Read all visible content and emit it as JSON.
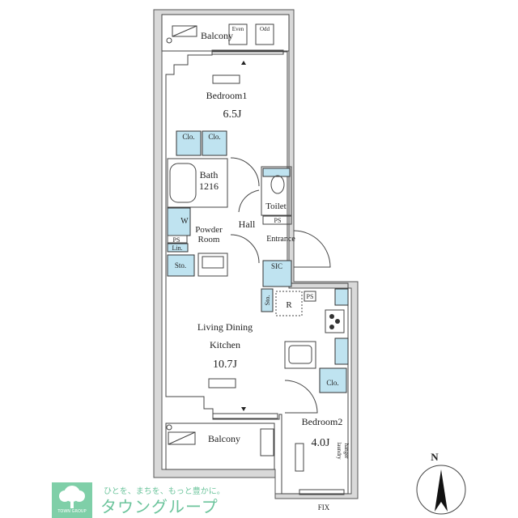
{
  "rooms": {
    "balcony_top": "Balcony",
    "even": "Even",
    "odd": "Odd",
    "bedroom1": "Bedroom1",
    "bedroom1_size": "6.5J",
    "clo1": "Clo.",
    "clo2": "Clo.",
    "bath": "Bath",
    "bath_size": "1216",
    "toilet": "Toilet",
    "ps_toilet": "PS",
    "w": "W",
    "powder_room_1": "Powder",
    "powder_room_2": "Room",
    "hall": "Hall",
    "ps_left": "PS",
    "lin": "Lin.",
    "sto_left": "Sto.",
    "entrance": "Entrance",
    "sic": "SIC",
    "sto_kitchen": "Sto.",
    "r": "R",
    "ps_kitchen": "PS",
    "ldk_1": "Living Dining",
    "ldk_2": "Kitchen",
    "ldk_size": "10.7J",
    "clo_bed2": "Clo.",
    "bedroom2": "Bedroom2",
    "bedroom2_size": "4.0J",
    "laundry_1": "laundry",
    "laundry_2": "hanger",
    "balcony_bottom": "Balcony",
    "fix": "FIX"
  },
  "compass": {
    "label": "N"
  },
  "logo": {
    "tagline": "ひとを、まちを、もっと豊かに。",
    "name": "タウングループ",
    "sub": "TOWN GROUP",
    "color": "#7fcfa8"
  },
  "colors": {
    "storage_fill": "#bfe3f0",
    "wall_fill": "#d9d9d9"
  }
}
